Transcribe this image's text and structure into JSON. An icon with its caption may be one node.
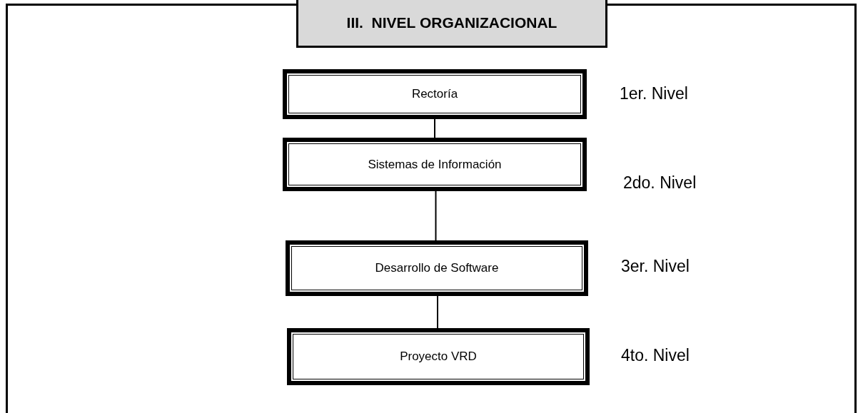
{
  "diagram": {
    "title": "III.  NIVEL ORGANIZACIONAL",
    "nodes": [
      {
        "text": [
          "Rectoría"
        ],
        "beside": [
          "1er. Nivel"
        ]
      },
      {
        "text": [
          "Sistemas de Información"
        ],
        "beside": [
          "2do. Nivel"
        ]
      },
      {
        "text": [
          "Desarrollo de Software"
        ],
        "beside": [
          "3er. Nivel"
        ]
      },
      {
        "text": [
          "Proyecto VRD"
        ],
        "beside": [
          "4to. Nivel"
        ]
      }
    ],
    "edges": [
      {
        "from": 0,
        "to": 1,
        "arrow": "none"
      },
      {
        "from": 1,
        "to": 2,
        "arrow": "none"
      },
      {
        "from": 2,
        "to": 3,
        "arrow": "none"
      }
    ]
  }
}
